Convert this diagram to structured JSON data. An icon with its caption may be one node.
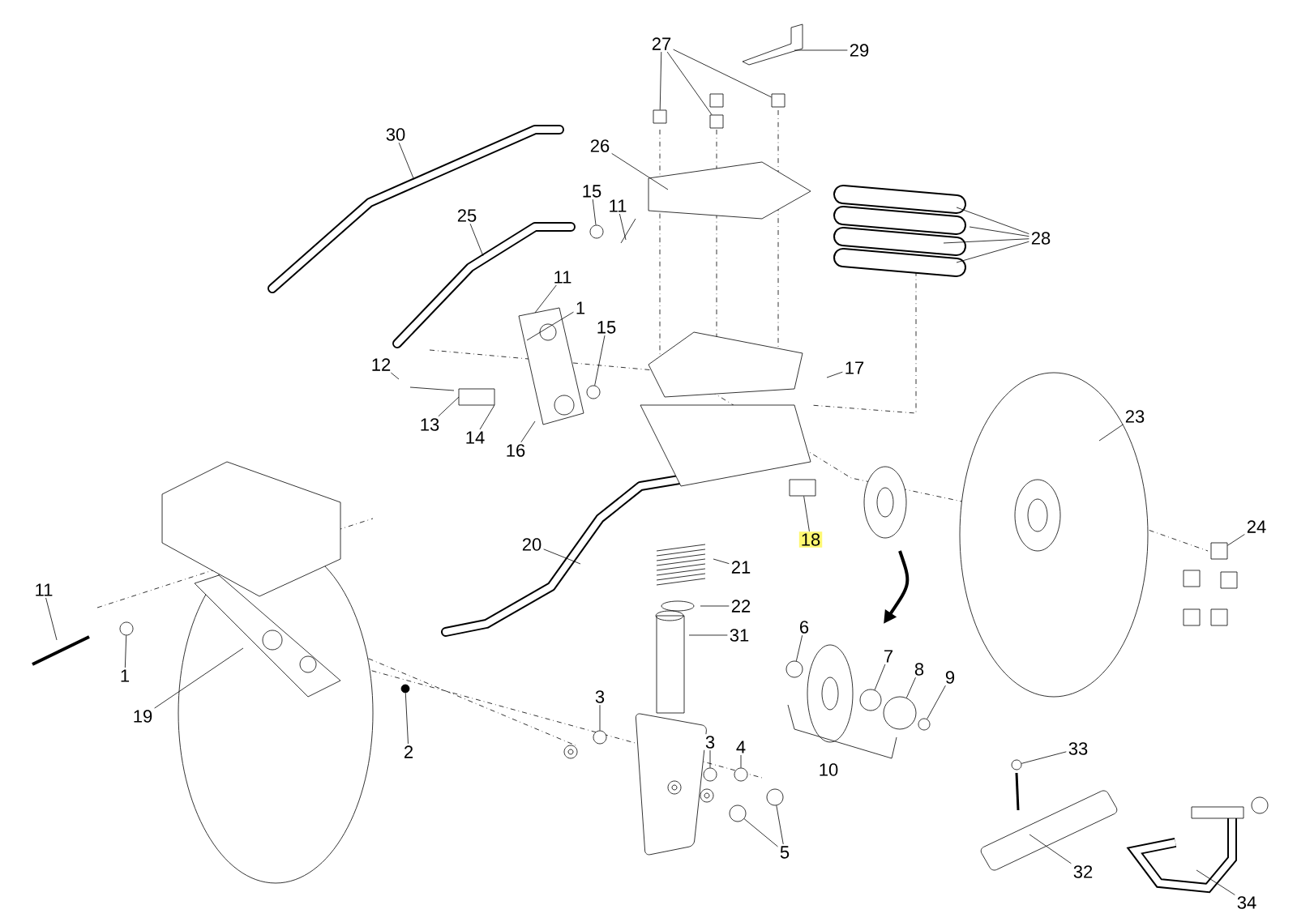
{
  "diagram": {
    "nodes": [
      {
        "text": [
          "30"
        ]
      },
      {
        "text": [
          "26"
        ]
      },
      {
        "text": [
          "15"
        ]
      },
      {
        "text": [
          "11"
        ]
      },
      {
        "text": [
          "27"
        ]
      },
      {
        "text": [
          "29"
        ]
      },
      {
        "text": [
          "28"
        ]
      },
      {
        "text": [
          "25"
        ]
      },
      {
        "text": [
          "11"
        ]
      },
      {
        "text": [
          "1"
        ]
      },
      {
        "text": [
          "15"
        ]
      },
      {
        "text": [
          "12"
        ]
      },
      {
        "text": [
          "13"
        ]
      },
      {
        "text": [
          "14"
        ]
      },
      {
        "text": [
          "16"
        ]
      },
      {
        "text": [
          "17"
        ]
      },
      {
        "text": [
          "23"
        ]
      },
      {
        "text": [
          "18"
        ]
      },
      {
        "text": [
          "24"
        ]
      },
      {
        "text": [
          "20"
        ]
      },
      {
        "text": [
          "21"
        ]
      },
      {
        "text": [
          "22"
        ]
      },
      {
        "text": [
          "31"
        ]
      },
      {
        "text": [
          "11"
        ]
      },
      {
        "text": [
          "1"
        ]
      },
      {
        "text": [
          "19"
        ]
      },
      {
        "text": [
          "2"
        ]
      },
      {
        "text": [
          "3"
        ]
      },
      {
        "text": [
          "6"
        ]
      },
      {
        "text": [
          "7"
        ]
      },
      {
        "text": [
          "8"
        ]
      },
      {
        "text": [
          "9"
        ]
      },
      {
        "text": [
          "3"
        ]
      },
      {
        "text": [
          "4"
        ]
      },
      {
        "text": [
          "10"
        ]
      },
      {
        "text": [
          "5"
        ]
      },
      {
        "text": [
          "33"
        ]
      },
      {
        "text": [
          "32"
        ]
      },
      {
        "text": [
          "34"
        ]
      },
      {
        "text": [],
        "shape": "box"
      },
      {
        "text": [],
        "shape": "box"
      },
      {
        "text": [],
        "shape": "box"
      },
      {
        "text": [],
        "shape": "circle"
      },
      {
        "text": [],
        "shape": "circle"
      },
      {
        "text": [],
        "shape": "circle"
      },
      {
        "text": [],
        "shape": "circle"
      },
      {
        "text": [],
        "shape": "circle"
      },
      {
        "text": [],
        "shape": "circle"
      },
      {
        "text": [],
        "shape": "circle"
      },
      {
        "text": [],
        "shape": "circle"
      },
      {
        "text": [],
        "shape": "circle"
      },
      {
        "text": [],
        "shape": "circle"
      },
      {
        "text": [],
        "shape": "circle"
      },
      {
        "text": [],
        "shape": "circle"
      },
      {
        "text": [],
        "shape": "circle"
      },
      {
        "text": [],
        "shape": "circle"
      },
      {
        "text": [],
        "shape": "box"
      },
      {
        "text": [],
        "shape": "box"
      }
    ],
    "edges": [
      {
        "from": 0,
        "to": null,
        "arrow": "none"
      },
      {
        "from": 1,
        "to": null,
        "arrow": "none"
      },
      {
        "from": 2,
        "to": 42,
        "arrow": "none"
      },
      {
        "from": 3,
        "to": null,
        "arrow": "none"
      },
      {
        "from": 4,
        "to": 39,
        "arrow": "none"
      },
      {
        "from": 4,
        "to": 40,
        "arrow": "none"
      },
      {
        "from": 4,
        "to": 41,
        "arrow": "none"
      },
      {
        "from": 5,
        "to": null,
        "arrow": "none"
      },
      {
        "from": 6,
        "to": null,
        "arrow": "none"
      },
      {
        "from": 6,
        "to": null,
        "arrow": "none"
      },
      {
        "from": 6,
        "to": null,
        "arrow": "none"
      },
      {
        "from": 6,
        "to": null,
        "arrow": "none"
      },
      {
        "from": 7,
        "to": null,
        "arrow": "none"
      },
      {
        "from": 8,
        "to": null,
        "arrow": "none"
      },
      {
        "from": 9,
        "to": null,
        "arrow": "none"
      },
      {
        "from": 10,
        "to": 43,
        "arrow": "none"
      },
      {
        "from": 11,
        "to": null,
        "arrow": "none"
      },
      {
        "from": 12,
        "to": null,
        "arrow": "none"
      },
      {
        "from": 13,
        "to": null,
        "arrow": "none"
      },
      {
        "from": 14,
        "to": null,
        "arrow": "none"
      },
      {
        "from": 15,
        "to": null,
        "arrow": "none"
      },
      {
        "from": 16,
        "to": null,
        "arrow": "none"
      },
      {
        "from": 17,
        "to": 57,
        "arrow": "none"
      },
      {
        "from": 18,
        "to": 56,
        "arrow": "none"
      },
      {
        "from": 19,
        "to": null,
        "arrow": "none"
      },
      {
        "from": 20,
        "to": null,
        "arrow": "none"
      },
      {
        "from": 21,
        "to": null,
        "arrow": "none"
      },
      {
        "from": 22,
        "to": null,
        "arrow": "none"
      },
      {
        "from": 23,
        "to": null,
        "arrow": "none"
      },
      {
        "from": 24,
        "to": 44,
        "arrow": "none"
      },
      {
        "from": 25,
        "to": null,
        "arrow": "none"
      },
      {
        "from": 26,
        "to": 45,
        "arrow": "none"
      },
      {
        "from": 27,
        "to": 46,
        "arrow": "none"
      },
      {
        "from": 28,
        "to": 47,
        "arrow": "none"
      },
      {
        "from": 29,
        "to": 48,
        "arrow": "none"
      },
      {
        "from": 30,
        "to": 49,
        "arrow": "none"
      },
      {
        "from": 31,
        "to": 50,
        "arrow": "none"
      },
      {
        "from": 32,
        "to": 51,
        "arrow": "none"
      },
      {
        "from": 33,
        "to": 52,
        "arrow": "none"
      },
      {
        "from": 35,
        "to": 53,
        "arrow": "none"
      },
      {
        "from": 35,
        "to": 54,
        "arrow": "none"
      },
      {
        "from": 36,
        "to": 55,
        "arrow": "none"
      },
      {
        "from": 37,
        "to": null,
        "arrow": "none"
      },
      {
        "from": 38,
        "to": null,
        "arrow": "none"
      }
    ]
  }
}
